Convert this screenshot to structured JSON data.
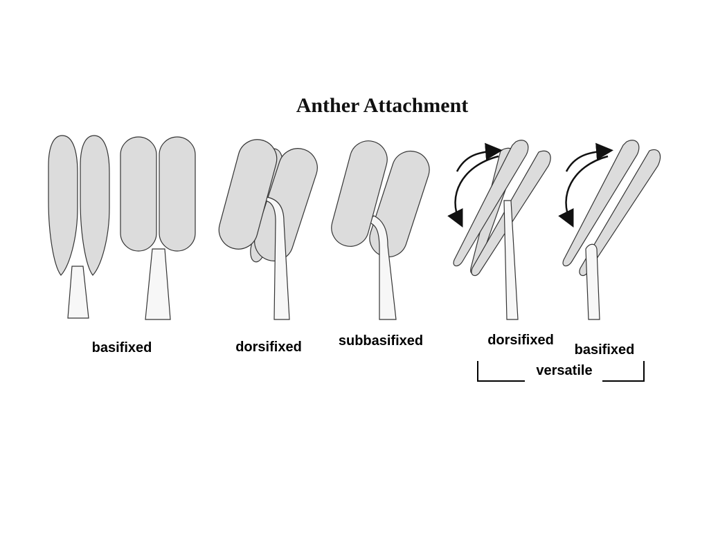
{
  "title": "Anther Attachment",
  "labels": {
    "basifixed": "basifixed",
    "dorsifixed": "dorsifixed",
    "subbasifixed": "subbasifixed",
    "versatile_dorsifixed": "dorsifixed",
    "versatile_basifixed": "basifixed",
    "versatile": "versatile"
  },
  "colors": {
    "anther_fill": "#dcdcdc",
    "anther_shade": "#c6c6c6",
    "filament_fill": "#f7f7f7",
    "outline": "#333333",
    "arrow": "#111111"
  }
}
